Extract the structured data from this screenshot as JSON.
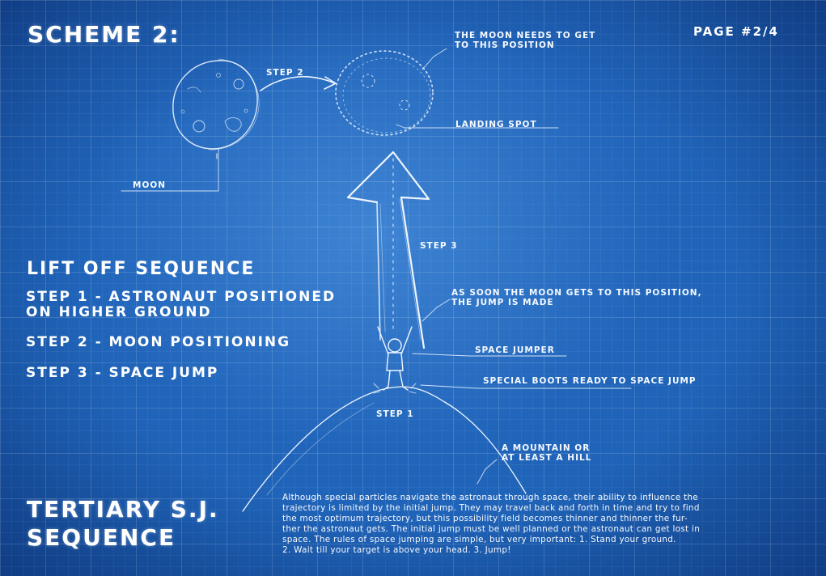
{
  "header": {
    "title": "SCHEME 2:",
    "page": "PAGE #2/4"
  },
  "labels": {
    "moon_target": [
      "THE MOON NEEDS TO GET",
      "TO THIS POSITION"
    ],
    "step2": "STEP 2",
    "landing_spot": "LANDING SPOT",
    "moon": "MOON",
    "step3": "STEP 3",
    "jump_made": [
      "AS SOON THE MOON GETS TO THIS POSITION,",
      "THE JUMP IS MADE"
    ],
    "space_jumper": "SPACE JUMPER",
    "special_boots": "SPECIAL BOOTS READY TO SPACE JUMP",
    "step1": "STEP 1",
    "mountain": [
      "A MOUNTAIN OR",
      "AT LEAST A HILL"
    ]
  },
  "sequence": {
    "title": "LIFT OFF SEQUENCE",
    "step1": [
      "STEP 1 - ASTRONAUT POSITIONED",
      "ON HIGHER GROUND"
    ],
    "step2": "STEP 2 - MOON POSITIONING",
    "step3": "STEP 3 - SPACE JUMP"
  },
  "footer": {
    "title": [
      "TERTIARY S.J.",
      "SEQUENCE"
    ],
    "paragraph": [
      "Although special particles navigate the astronaut through space, their ability to influence the",
      "trajectory is limited by the initial jump. They may travel back and forth in time and try to find",
      "the most optimum trajectory, but this possibility field becomes thinner and thinner the fur-",
      "ther the astronaut gets. The initial jump must be well planned or the astronaut can get lost in",
      "space. The rules of space jumping are simple, but very important: 1. Stand your ground.",
      "2. Wait till your target is above your head. 3. Jump!"
    ]
  },
  "colors": {
    "background": "#1e62b6",
    "ink": "#f2f7ff"
  }
}
